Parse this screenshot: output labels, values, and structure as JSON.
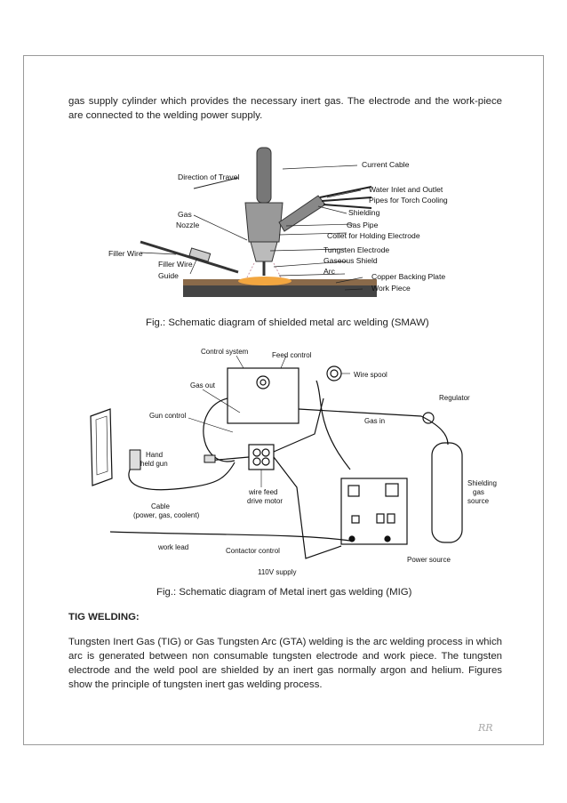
{
  "intro_paragraph": "gas supply cylinder which provides the necessary inert gas. The electrode and the work-piece are connected to the welding power supply.",
  "smaw": {
    "caption": "Fig.: Schematic diagram of shielded metal arc welding (SMAW)",
    "labels": {
      "direction": "Direction of Travel",
      "current_cable": "Current Cable",
      "water_inlet": "Water Inlet and Outlet",
      "pipes_cooling": "Pipes for Torch Cooling",
      "shielding": "Shielding",
      "gas_pipe": "Gas Pipe",
      "collet": "Collet for Holding Electrode",
      "tungsten": "Tungsten Electrode",
      "gaseous_shield": "Gaseous Shield",
      "arc": "Arc",
      "copper_plate": "Copper Backing Plate",
      "work_piece": "Work Piece",
      "gas": "Gas",
      "nozzle": "Nozzle",
      "filler_wire": "Filler Wire",
      "filler_wire2": "Filler Wire",
      "guide": "Guide"
    }
  },
  "mig": {
    "caption": "Fig.: Schematic diagram of Metal inert gas welding (MIG)",
    "labels": {
      "control_system": "Control system",
      "feed_control": "Feed control",
      "wire_spool": "Wire spool",
      "gas_out": "Gas out",
      "regulator": "Regulator",
      "gun_control": "Gun control",
      "gas_in": "Gas in",
      "hand": "Hand",
      "held_gun": "held gun",
      "shielding": "Shielding",
      "gas": "gas",
      "source": "source",
      "wire_feed": "wire feed",
      "drive_motor": "drive motor",
      "cable": "Cable",
      "cable_detail": "(power, gas, coolent)",
      "work_lead": "work lead",
      "contactor": "Contactor control",
      "power_source": "Power source",
      "supply": "110V supply"
    }
  },
  "tig": {
    "heading": "TIG WELDING:",
    "paragraph": "Tungsten Inert Gas (TIG) or Gas Tungsten Arc (GTA) welding is the arc welding process in which arc is generated between non consumable tungsten electrode and work piece. The tungsten electrode and the weld pool are shielded by an inert gas normally argon and helium. Figures show the principle of tungsten inert gas welding process."
  },
  "signature": "RR"
}
